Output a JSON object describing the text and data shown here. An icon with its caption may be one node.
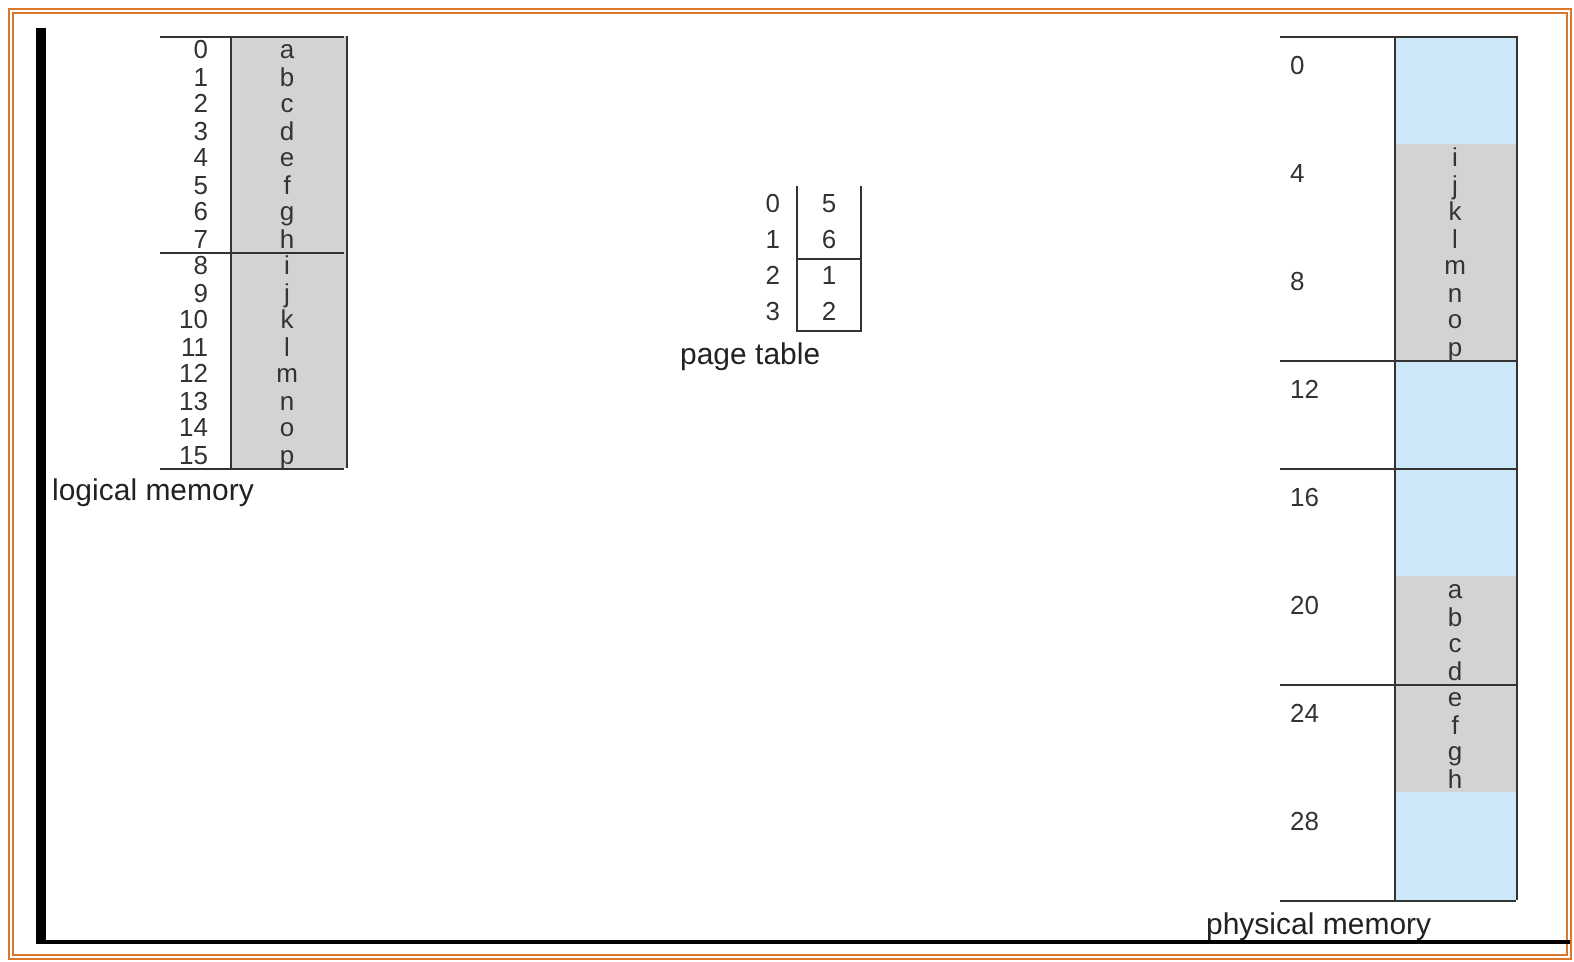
{
  "diagram": {
    "labels": [
      "0",
      "a",
      "1",
      "b",
      "2",
      "c",
      "3",
      "d",
      "4",
      "e",
      "5",
      "f",
      "6",
      "g",
      "7",
      "h",
      "8",
      "i",
      "9",
      "j",
      "10",
      "k",
      "11",
      "l",
      "12",
      "m",
      "13",
      "n",
      "14",
      "o",
      "15",
      "p",
      "logical memory",
      "0",
      "5",
      "1",
      "6",
      "2",
      "1",
      "3",
      "2",
      "page table",
      "0",
      "4",
      "8",
      "12",
      "16",
      "20",
      "24",
      "28",
      "i",
      "j",
      "k",
      "l",
      "m",
      "n",
      "o",
      "p",
      "a",
      "b",
      "c",
      "d",
      "e",
      "f",
      "g",
      "h",
      "physical memory"
    ]
  }
}
